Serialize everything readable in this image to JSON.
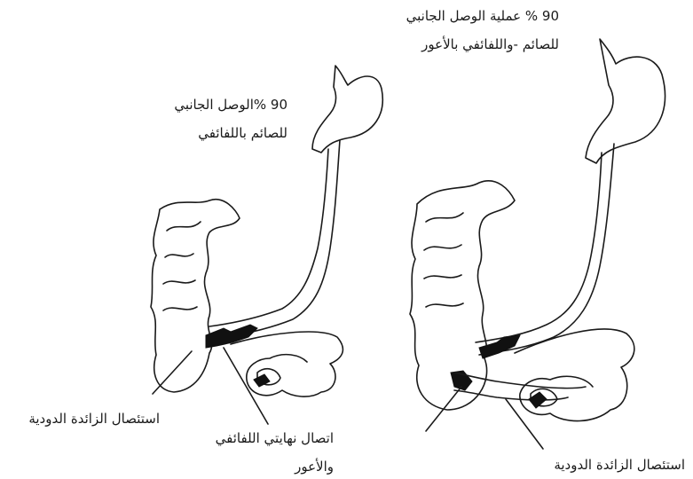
{
  "left_diagram": {
    "label_anastomosis_line1": "90 %الوصل الجانبي",
    "label_anastomosis_line2": "للصائم باللفائفي",
    "label_appendectomy": "استئصال الزائدة الدودية",
    "label_ileocecal_line1": "اتصال نهايتي اللفائفي",
    "label_ileocecal_line2": "والأعور"
  },
  "right_diagram": {
    "label_anastomosis_line1": "90 % عملية الوصل الجانبي",
    "label_anastomosis_line2": "للصائم -واللفائفي بالأعور",
    "label_appendectomy": "استئصال الزائدة الدودية"
  }
}
